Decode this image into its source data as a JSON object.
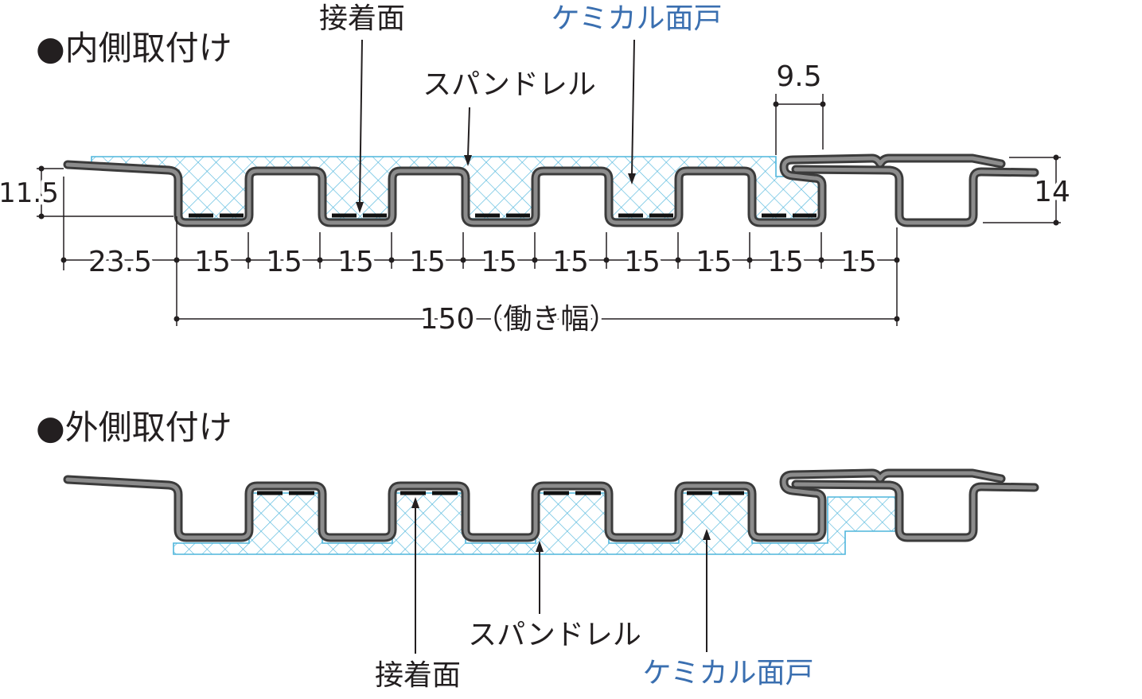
{
  "inside_mounting": {
    "title": "●内側取付け",
    "labels": {
      "adhesive_surface": "接着面",
      "chemical_filler": "ケミカル面戸",
      "spandrel": "スパンドレル"
    },
    "dimensions": {
      "lap_width": "9.5",
      "left_height": "11.5",
      "right_height": "14",
      "edge_offset": "23.5",
      "pitches": [
        "15",
        "15",
        "15",
        "15",
        "15",
        "15",
        "15",
        "15",
        "15",
        "15"
      ],
      "working_width": "150（働き幅）"
    }
  },
  "outside_mounting": {
    "title": "●外側取付け",
    "labels": {
      "adhesive_surface": "接着面",
      "chemical_filler": "ケミカル面戸",
      "spandrel": "スパンドレル"
    }
  },
  "colors": {
    "label_blue": "#3a6fb0",
    "hatch": "#4fb6dc",
    "profile_outline": "#3b3b3b",
    "profile_fill": "#8c8c8c"
  }
}
